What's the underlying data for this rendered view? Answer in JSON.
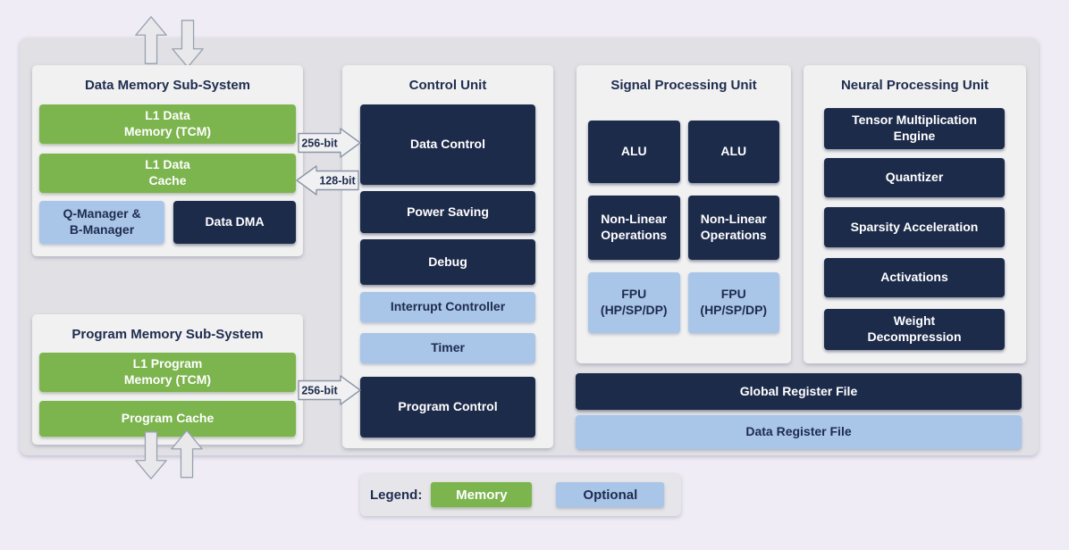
{
  "colors": {
    "memory_green": "#7cb44e",
    "optional_blue": "#a9c5e8",
    "core_navy": "#1d2b4b",
    "chip_background": "#e1e1e5",
    "panel_background": "#f1f1f2",
    "page_background": "#efecf5"
  },
  "panels": {
    "data_memory": {
      "title": "Data Memory Sub-System",
      "l1_tcm": "L1 Data\nMemory (TCM)",
      "l1_cache": "L1 Data\nCache",
      "q_manager": "Q-Manager &\nB-Manager",
      "data_dma": "Data DMA"
    },
    "program_memory": {
      "title": "Program Memory Sub-System",
      "l1_tcm": "L1 Program\nMemory (TCM)",
      "cache": "Program Cache"
    },
    "control_unit": {
      "title": "Control Unit",
      "items": [
        {
          "label": "Data Control",
          "type": "core"
        },
        {
          "label": "Power Saving",
          "type": "core"
        },
        {
          "label": "Debug",
          "type": "core"
        },
        {
          "label": "Interrupt Controller",
          "type": "optional"
        },
        {
          "label": "Timer",
          "type": "optional"
        },
        {
          "label": "Program Control",
          "type": "core"
        }
      ]
    },
    "signal_processing": {
      "title": "Signal Processing Unit",
      "items": [
        {
          "label": "ALU",
          "type": "core"
        },
        {
          "label": "ALU",
          "type": "core"
        },
        {
          "label": "Non-Linear\nOperations",
          "type": "core"
        },
        {
          "label": "Non-Linear\nOperations",
          "type": "core"
        },
        {
          "label": "FPU\n(HP/SP/DP)",
          "type": "optional"
        },
        {
          "label": "FPU\n(HP/SP/DP)",
          "type": "optional"
        }
      ]
    },
    "neural_processing": {
      "title": "Neural Processing Unit",
      "items": [
        {
          "label": "Tensor Multiplication\nEngine",
          "type": "core"
        },
        {
          "label": "Quantizer",
          "type": "core"
        },
        {
          "label": "Sparsity Acceleration",
          "type": "core"
        },
        {
          "label": "Activations",
          "type": "core"
        },
        {
          "label": "Weight\nDecompression",
          "type": "core"
        }
      ]
    }
  },
  "register_files": {
    "global": "Global Register File",
    "data": "Data Register File"
  },
  "buses": {
    "data_in": "256-bit",
    "data_out": "128-bit",
    "program": "256-bit"
  },
  "legend": {
    "label": "Legend:",
    "memory": "Memory",
    "optional": "Optional"
  }
}
